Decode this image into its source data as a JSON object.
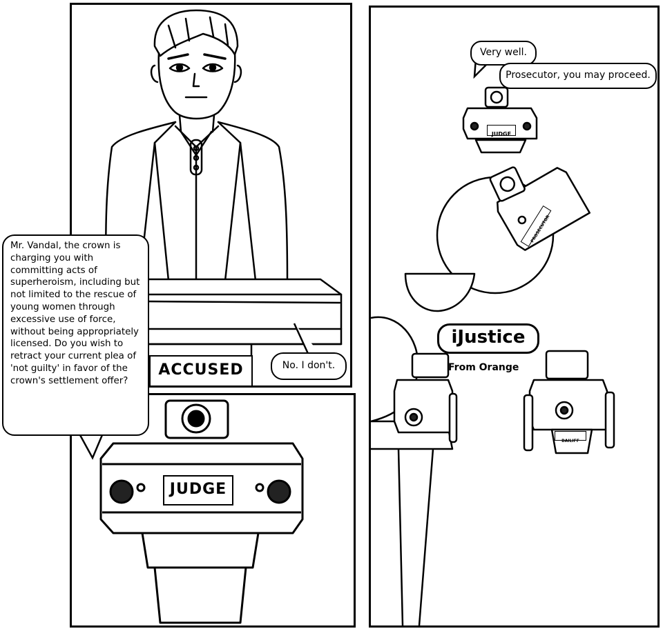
{
  "panels": {
    "accused": {
      "nameplate": "ACCUSED",
      "reply": "No. I don't."
    },
    "judge_closeup": {
      "nameplate": "JUDGE",
      "speech": "Mr. Vandal, the crown is charging you with committing acts of superheroism, including but not limited to the rescue of young women through excessive use of force, without being appropriately licensed. Do you wish to retract your current plea of 'not guilty' in favor of the crown's settlement offer?"
    },
    "court_wide": {
      "speech_1": "Very well.",
      "speech_2": "Prosecutor, you may proceed.",
      "judge_plate": "JUDGE",
      "prosecutor_plate": "PROSECUTOR",
      "small_plate": "BAILIFF",
      "logo": "iJustice",
      "tagline": "From Orange"
    }
  },
  "colors": {
    "ink": "#000000",
    "paper": "#ffffff"
  }
}
